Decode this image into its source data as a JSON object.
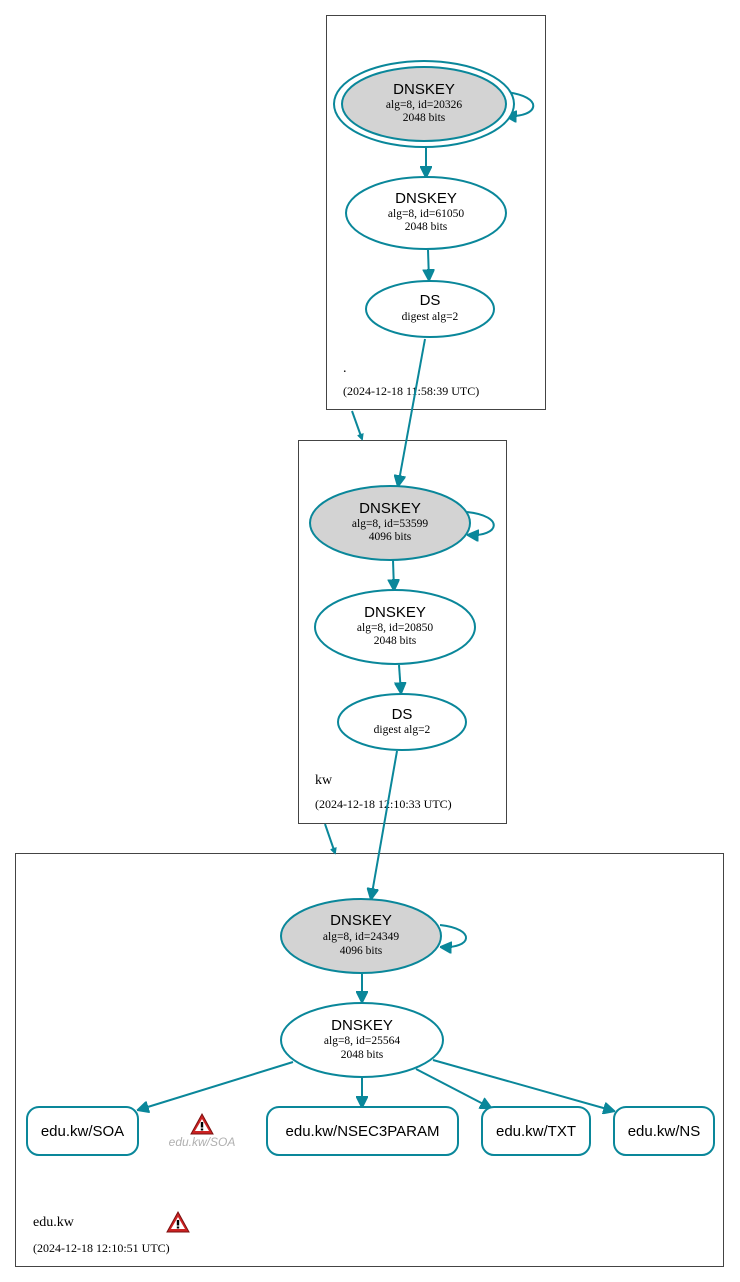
{
  "colors": {
    "edge": "#0a879a",
    "ksk_fill": "#d3d3d3",
    "warning": "#cc2222"
  },
  "zones": {
    "root": {
      "name": ".",
      "timestamp": "(2024-12-18 11:58:39 UTC)"
    },
    "kw": {
      "name": "kw",
      "timestamp": "(2024-12-18 12:10:33 UTC)"
    },
    "edu_kw": {
      "name": "edu.kw",
      "timestamp": "(2024-12-18 12:10:51 UTC)"
    }
  },
  "nodes": {
    "root_ksk": {
      "title": "DNSKEY",
      "line1": "alg=8, id=20326",
      "line2": "2048 bits"
    },
    "root_zsk": {
      "title": "DNSKEY",
      "line1": "alg=8, id=61050",
      "line2": "2048 bits"
    },
    "root_ds": {
      "title": "DS",
      "line1": "digest alg=2"
    },
    "kw_ksk": {
      "title": "DNSKEY",
      "line1": "alg=8, id=53599",
      "line2": "4096 bits"
    },
    "kw_zsk": {
      "title": "DNSKEY",
      "line1": "alg=8, id=20850",
      "line2": "2048 bits"
    },
    "kw_ds": {
      "title": "DS",
      "line1": "digest alg=2"
    },
    "edu_ksk": {
      "title": "DNSKEY",
      "line1": "alg=8, id=24349",
      "line2": "4096 bits"
    },
    "edu_zsk": {
      "title": "DNSKEY",
      "line1": "alg=8, id=25564",
      "line2": "2048 bits"
    }
  },
  "records": {
    "soa": "edu.kw/SOA",
    "soa_ghost": "edu.kw/SOA",
    "nsec3param": "edu.kw/NSEC3PARAM",
    "txt": "edu.kw/TXT",
    "ns": "edu.kw/NS"
  },
  "icons": {
    "warning": "warning-triangle-icon"
  }
}
